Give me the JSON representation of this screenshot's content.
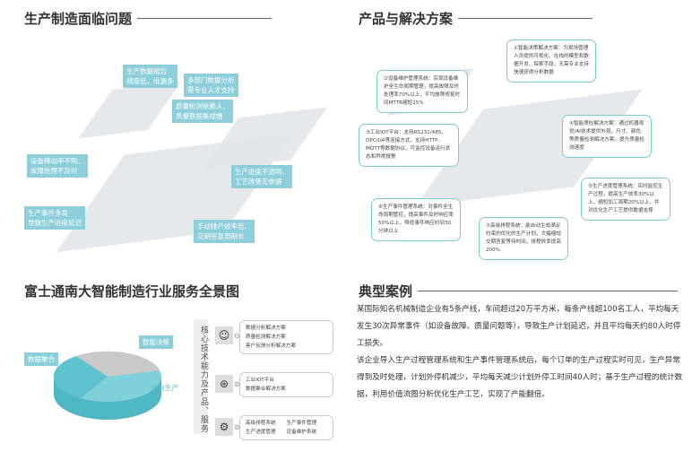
{
  "sections": {
    "problems_title": "生产制造面临问题",
    "solutions_title": "产品与解决方案",
    "panorama_title": "富士通南大智能制造行业服务全景图",
    "case_title": "典型案例"
  },
  "problems": [
    "生产数据报告\n频度低、纰漏多",
    "多部门数据分析\n需专业人才支持",
    "质量检测依赖人、\n质量数据集成慢",
    "设备稼动率不明、\n故障处理不及时",
    "生产进度不透明、\n工艺改善无依据",
    "生产事件多发\n导致生产进度延迟",
    "手动排产效率低、\n交期答复周期长"
  ],
  "solutions": [
    "①智能决策解决方案：为现场管理人员提供可视化、在线的模型和数据开发、探索手段，无需专业支持快速获得分析数据",
    "②设备维护管理系统：实现设备维护全生命周期管理，提高故障及时处理率70%以上，平均故障修复时间MTTR缩短15%",
    "③工业IOT平台：支持RS232/485、OPC/UA等连接方式，支持HTTP、MQTT等数据协议，可监控设备运行状态和异常报警",
    "④智能质检解决方案：通过机器视觉/AI技术提供外观、尺寸、颜色等质量检测解决方案，提升质量检测速度",
    "⑤生产进度管理系统：实时监控生产过程，提高生产效率30%以上，缩短加工周期20%以上，并对优化生产工艺提供数据支撑",
    "⑥生产事件管理系统：对事件全生命周期管控，提高事件及时响应率50%以上，降低事件响应时间30分钟以上",
    "⑦高级排程系统：能自动生成满足约束的优化的生产计划，大幅缩短交期答复等待时间，排程效率提高200%"
  ],
  "pie": {
    "slices": [
      "智能决策",
      "数据聚合",
      "精益生产"
    ]
  },
  "core": {
    "label": "核心技术能力及产品、服务",
    "groups": [
      {
        "icon": "robot-icon",
        "items": [
          "数据分析解决方案",
          "质量检测解决方案",
          "客户反馈分析解决方案"
        ]
      },
      {
        "icon": "data-aggregation-icon",
        "items": [
          "工业IOT平台",
          "数据聚合解决方案"
        ]
      },
      {
        "icon": "robot-arm-icon",
        "items": [
          "高级排程系统",
          "生产事件管理",
          "生产进度管理",
          "设备维护系统"
        ]
      }
    ]
  },
  "case_text": [
    "某国际知名机械制造企业有5条产线，车间超过20万平方米，每条产线超100名工人，平均每天发生30次异常事件（如设备故障、质量问题等），导致生产计划延迟，并且平均每天约80人时停工损失。",
    "该企业导入生产过程管理系统和生产事件管理系统后，每个订单的生产过程实时可见，生产异常得到及时处理，计划外停机减少，平均每天减少计划外停工时间40人时；基于生产过程的统计数据，利用价值流图分析优化生产工艺，实现了产能翻倍。"
  ]
}
